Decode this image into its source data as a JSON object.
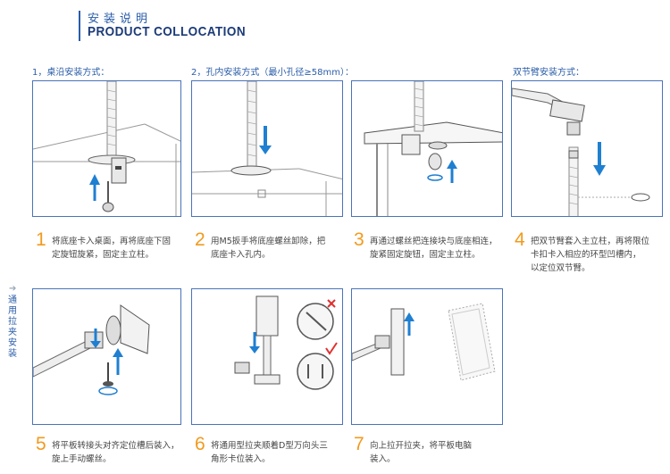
{
  "header": {
    "title_cn": "安装说明",
    "title_en": "PRODUCT COLLOCATION"
  },
  "sections": {
    "desk_edge": "1，桌沿安装方式：",
    "hole": "2，孔内安装方式（最小孔径≥58mm）：",
    "double_arm": "双节臂安装方式："
  },
  "side_title": "通用拉夹安装",
  "steps": [
    {
      "num": "1",
      "line1": "将底座卡入桌面，再将底座下固",
      "line2": "定旋钮旋紧，固定主立柱。",
      "line3": ""
    },
    {
      "num": "2",
      "line1": "用M5扳手将底座螺丝卸除，把",
      "line2": "底座卡入孔内。",
      "line3": ""
    },
    {
      "num": "3",
      "line1": "再通过螺丝把连接块与底座相连，",
      "line2": "旋紧固定旋钮，固定主立柱。",
      "line3": ""
    },
    {
      "num": "4",
      "line1": "把双节臂套入主立柱，再将限位",
      "line2": "卡扣卡入相应的环型凹槽内，",
      "line3": "以定位双节臂。"
    },
    {
      "num": "5",
      "line1": "将平板转接头对齐定位槽后装入，",
      "line2": "旋上手动螺丝。",
      "line3": ""
    },
    {
      "num": "6",
      "line1": "将通用型拉夹顺着D型万向头三",
      "line2": "角形卡位装入。",
      "line3": ""
    },
    {
      "num": "7",
      "line1": "向上拉开拉夹，将平板电脑",
      "line2": "装入。",
      "line3": ""
    }
  ],
  "colors": {
    "brand_blue": "#2a5da8",
    "step_orange": "#f29a1d",
    "arrow_blue": "#1f7fd1",
    "check_red": "#e03030"
  }
}
